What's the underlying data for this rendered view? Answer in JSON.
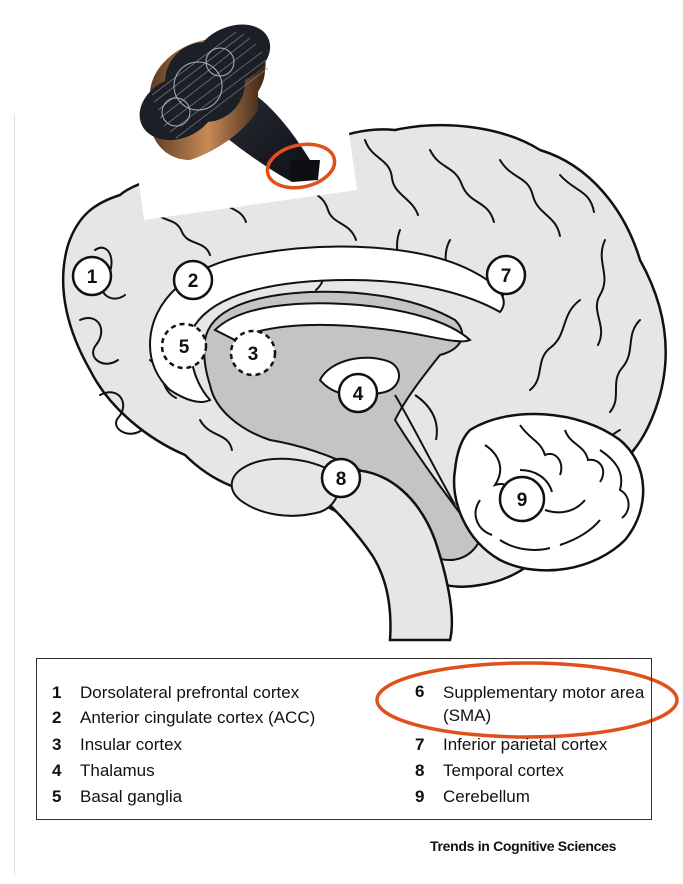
{
  "markers": {
    "m1": "1",
    "m2": "2",
    "m3": "3",
    "m4": "4",
    "m5": "5",
    "m7": "7",
    "m8": "8",
    "m9": "9"
  },
  "legend": {
    "left": [
      {
        "number": "1",
        "label": "Dorsolateral prefrontal cortex"
      },
      {
        "number": "2",
        "label": "Anterior cingulate cortex (ACC)"
      },
      {
        "number": "3",
        "label": "Insular cortex"
      },
      {
        "number": "4",
        "label": "Thalamus"
      },
      {
        "number": "5",
        "label": "Basal ganglia"
      }
    ],
    "right": [
      {
        "number": "6",
        "label": "Supplementary motor area (SMA)"
      },
      {
        "number": "7",
        "label": "Inferior parietal cortex"
      },
      {
        "number": "8",
        "label": "Temporal cortex"
      },
      {
        "number": "9",
        "label": "Cerebellum"
      }
    ]
  },
  "source_credit": "Trends in Cognitive Sciences",
  "colors": {
    "brain_fill": "#e6e6e6",
    "inner_fill": "#c4c4c4",
    "outline": "#111111",
    "highlight": "#e0501c",
    "coil_body": "#1c1f26",
    "coil_copper": "#b06a3a"
  }
}
